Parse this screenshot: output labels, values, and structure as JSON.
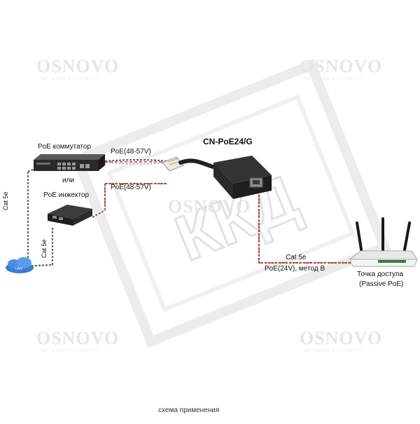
{
  "title": "CN-PoE24/G",
  "caption": "схема применения",
  "devices": {
    "switch_label": "PoE коммутатор",
    "or_label": "или",
    "injector_label": "PoE инжектор",
    "lan_label": "LAN",
    "ap_label_line1": "Точка доступа",
    "ap_label_line2": "(Passive PoE)"
  },
  "links": {
    "poe_in_top": "PoE(48-57V)",
    "poe_in_bottom": "PoE(48-57V)",
    "cat5e_left": "Cat 5e",
    "cat5e_lan": "Cat 5e",
    "cat5e_out": "Cat 5e",
    "poe_out": "PoE(24V), метод B"
  },
  "watermark": {
    "brand": "OSNOVO",
    "tagline": "NETWORK EQUIPMENT",
    "stamp": "ККД"
  },
  "colors": {
    "poe_line": "#e8302a",
    "cable": "#555555",
    "device_dark": "#2a2a2a",
    "watermark": "#e6e6e6"
  }
}
